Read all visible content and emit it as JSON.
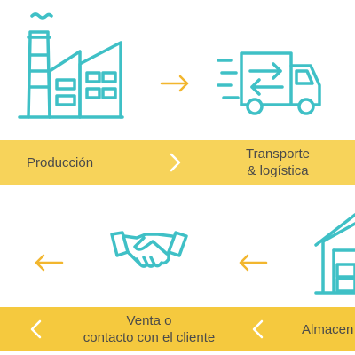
{
  "colors": {
    "band": "#f7d35a",
    "band_bottom": "#f5c93e",
    "icon": "#3fc0c6",
    "arrow_orange": "#f2b62e",
    "chevron": "#ffffff",
    "text": "#4a4a4a"
  },
  "steps": {
    "production": {
      "label": "Producción",
      "icon": "factory-icon"
    },
    "transport": {
      "label_line1": "Transporte",
      "label_line2": "& logística",
      "icon": "delivery-truck-icon"
    },
    "sale": {
      "label_line1": "Venta o",
      "label_line2": "contacto con el cliente",
      "icon": "handshake-icon"
    },
    "storage": {
      "label": "Almacen",
      "icon": "warehouse-icon"
    }
  },
  "arrows": [
    "arrow-right-icon",
    "arrow-left-icon",
    "arrow-left-icon"
  ],
  "chevrons": [
    "chevron-right-icon",
    "chevron-left-icon",
    "chevron-left-icon"
  ]
}
